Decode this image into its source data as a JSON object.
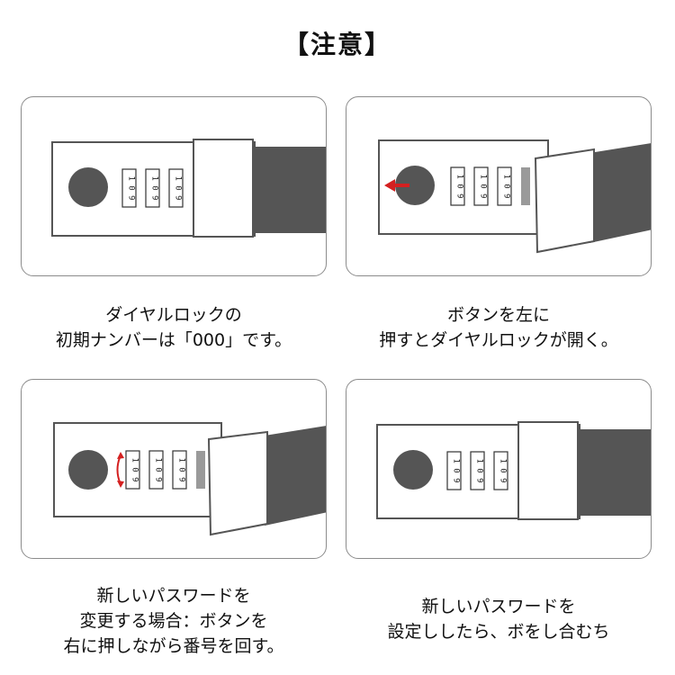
{
  "title": "【注意】",
  "colors": {
    "border": "#8c8c8c",
    "strap": "#555555",
    "knob": "#555555",
    "arrow": "#d42020",
    "button_gray": "#9a9a9a"
  },
  "dial_digits": "1 0 9",
  "panels": [
    {
      "caption": [
        "ダイヤルロックの",
        "初期ナンバーは「000」です。"
      ],
      "state": "closed"
    },
    {
      "caption": [
        "ボタンを左に",
        "押すとダイヤルロックが開く。"
      ],
      "state": "open-arrow"
    },
    {
      "caption": [
        "新しいパスワードを",
        "変更する場合：ボタンを",
        "右に押しながら番号を回す。"
      ],
      "state": "open-rotate"
    },
    {
      "caption": [
        "新しいパスワードを",
        "設定ししたら、ボをし合むち"
      ],
      "state": "closed"
    }
  ]
}
